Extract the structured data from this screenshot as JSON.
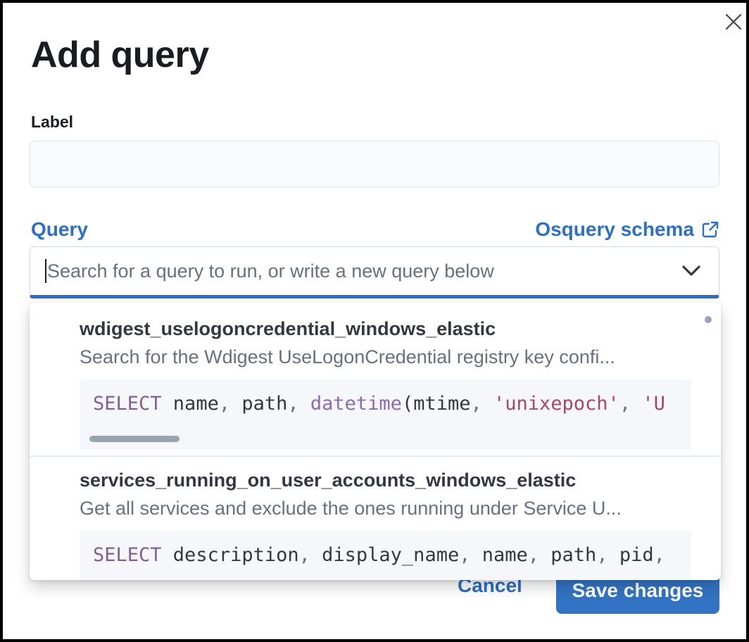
{
  "modal": {
    "title": "Add query"
  },
  "form": {
    "label_field": {
      "label": "Label",
      "value": ""
    },
    "query_field": {
      "label": "Query",
      "schema_link_label": "Osquery schema",
      "search_placeholder": "Search for a query to run, or write a new query below"
    }
  },
  "dropdown": {
    "options": [
      {
        "id": "wdigest_uselogoncredential_windows_elastic",
        "description": "Search for the Wdigest UseLogonCredential registry key confi...",
        "sql_preview": "SELECT name, path, datetime(mtime, 'unixepoch', 'U",
        "sql_tokens": [
          {
            "t": "kw",
            "v": "SELECT"
          },
          {
            "t": "pl",
            "v": " name"
          },
          {
            "t": "pu",
            "v": ", "
          },
          {
            "t": "pl",
            "v": "path"
          },
          {
            "t": "pu",
            "v": ", "
          },
          {
            "t": "fn",
            "v": "datetime"
          },
          {
            "t": "pl",
            "v": "(mtime"
          },
          {
            "t": "pu",
            "v": ", "
          },
          {
            "t": "st",
            "v": "'unixepoch'"
          },
          {
            "t": "pu",
            "v": ", "
          },
          {
            "t": "st",
            "v": "'U"
          }
        ],
        "has_hscrollbar": true
      },
      {
        "id": "services_running_on_user_accounts_windows_elastic",
        "description": "Get all services and exclude the ones running under Service U...",
        "sql_preview": "SELECT description, display_name, name, path, pid,",
        "sql_tokens": [
          {
            "t": "kw",
            "v": "SELECT"
          },
          {
            "t": "pl",
            "v": " description"
          },
          {
            "t": "pu",
            "v": ", "
          },
          {
            "t": "pl",
            "v": "display_name"
          },
          {
            "t": "pu",
            "v": ", "
          },
          {
            "t": "pl",
            "v": "name"
          },
          {
            "t": "pu",
            "v": ", "
          },
          {
            "t": "pl",
            "v": "path"
          },
          {
            "t": "pu",
            "v": ", "
          },
          {
            "t": "pl",
            "v": "pid"
          },
          {
            "t": "pu",
            "v": ","
          }
        ],
        "has_hscrollbar": false
      }
    ]
  },
  "footer": {
    "cancel_label": "Cancel",
    "save_label": "Save changes"
  },
  "icons": {
    "close": "close-icon",
    "chevron_down": "chevron-down-icon",
    "external_link": "external-link-icon",
    "text_cursor": "text-cursor-caret"
  },
  "colors": {
    "accent": "#2c6fc4",
    "button": "#3373c4",
    "text_dark": "#1a1c21",
    "text_title": "#343741",
    "text_subdued": "#69707d",
    "code_background": "#f5f7fa",
    "sql_keyword": "#7d5fa0",
    "sql_function": "#8a6cb0",
    "sql_string": "#a64864",
    "sql_punctuation": "#69707d",
    "divider": "#e4eaf2",
    "scrollbar": "#9aa3b2"
  }
}
